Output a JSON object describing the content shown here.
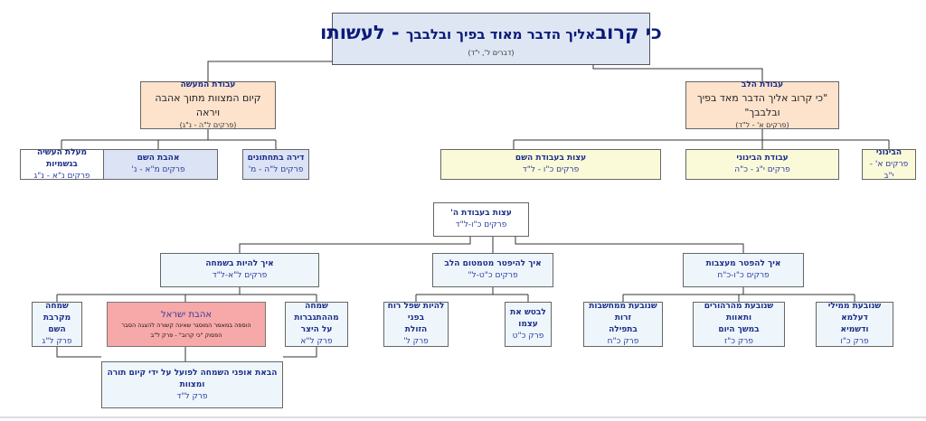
{
  "root": {
    "title_a": "כי קרוב",
    "title_b": "אליך הדבר מאוד בפיך ובלבבך",
    "title_c": "- לעשותו",
    "ref": "(דברים ל', י\"ד)"
  },
  "heart": {
    "title": "עבודת הלב",
    "line": "\"כי קרוב אליך הדבר מאד בפיך ובלבבך\"",
    "ref": "(פרקים א' - ל\"ד)"
  },
  "action": {
    "title": "עבודת המעשה",
    "line": "קיום המצוות מתוך אהבה ויראה",
    "ref": "(פרקים ל\"ה - נ\"ג)"
  },
  "heart_children": [
    {
      "title": "הבינוני",
      "ref": "פרקים א' - י\"ב"
    },
    {
      "title": "עבודת הבינוני",
      "ref": "פרקים י\"ג - כ\"ה"
    },
    {
      "title": "עצות בעבודת השם",
      "ref": "פרקים כ\"ו - ל\"ד"
    }
  ],
  "action_children": [
    {
      "title": "דירה בתחתונים",
      "ref": "פרקים ל\"ה - מ'"
    },
    {
      "title": "אהבת השם",
      "ref": "פרקים מ\"א - נ'"
    },
    {
      "title": "מעלת העשיה בגשמיות",
      "ref": "פרקים נ\"א - נ\"ג"
    }
  ],
  "advice": {
    "title": "עצות בעבודת ה'",
    "ref": "פרקים כ\"ו-ל\"ד"
  },
  "advice_children": [
    {
      "title": "איך להפטר מעצבות",
      "ref": "פרקים כ\"ו-כ\"ח"
    },
    {
      "title": "איך להיפטר מטמטום הלב",
      "ref": "פרקים כ\"ט-ל\""
    },
    {
      "title": "איך להיות בשמחה",
      "ref": "פרקים ל\"א-ל\"ד"
    }
  ],
  "sadness_children": [
    {
      "line1": "שנובעת ממילי דעלמא",
      "line2": "ודשמיא",
      "ref": "פרק כ\"ו"
    },
    {
      "line1": "שנובעת מהרהורים ותאוות",
      "line2": "במשך היום",
      "ref": "פרק כ\"ז"
    },
    {
      "line1": "שנובעת ממחשבות זרות",
      "line2": "בתפילה",
      "ref": "פרק כ\"ח"
    }
  ],
  "dullness_children": [
    {
      "line1": "לבטש את",
      "line2": "עצמו",
      "ref": "פרק כ\"ט"
    },
    {
      "line1": "להיות שפל רוח בפני",
      "line2": "הזולת",
      "ref": "פרק ל'"
    }
  ],
  "joy_children": [
    {
      "line1": "שמחה מההתגברות",
      "line2": "על היצר",
      "ref": "פרק ל\"א"
    },
    {
      "line1": "אהבת ישראל",
      "line2": "הוספה במאמר המוסגר שאינה קשורה להצגה הסבר",
      "line3": "הפסוק \"כי קרוב\" - פרק ל\"ב"
    },
    {
      "line1": "שמחה מקרבת",
      "line2": "השם",
      "ref": "פרק ל\"ג"
    }
  ],
  "joy_bottom": {
    "line1": "הבאת אופני השמחה לפועל על ידי קיום תורה",
    "line2": "ומצוות",
    "ref": "פרק ל\"ד"
  }
}
